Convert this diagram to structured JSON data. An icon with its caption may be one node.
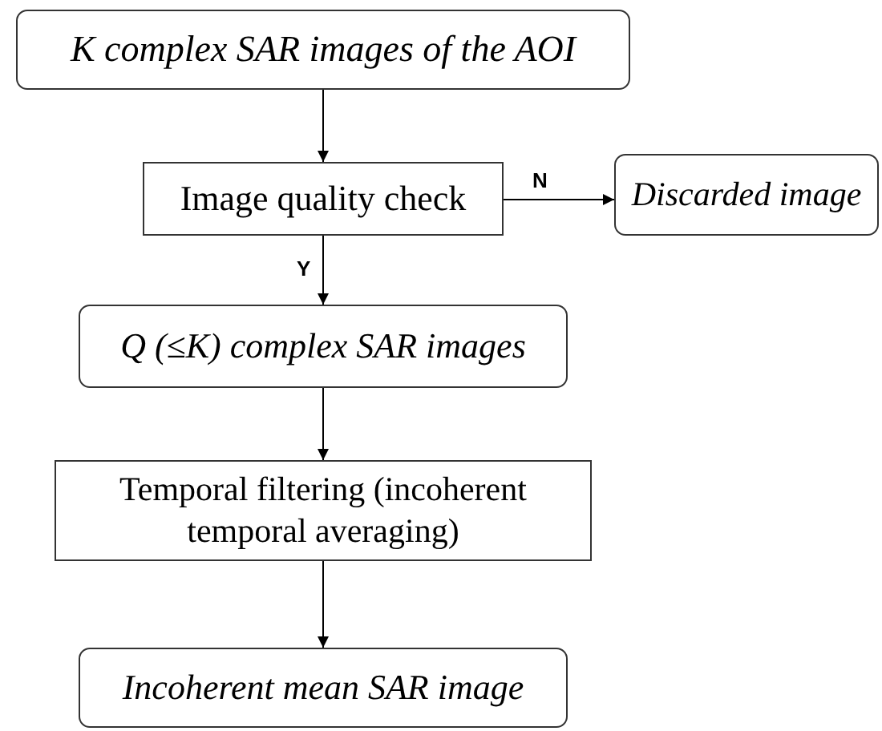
{
  "diagram": {
    "nodes": [
      {
        "text": [
          "K complex SAR images of the AOI"
        ]
      },
      {
        "text": [
          "Image quality check"
        ]
      },
      {
        "text": [
          "Discarded image"
        ]
      },
      {
        "text": [
          "Q (≤K) complex SAR images"
        ]
      },
      {
        "text": [
          "Temporal filtering (incoherent temporal averaging)"
        ]
      },
      {
        "text": [
          "Incoherent mean SAR image"
        ]
      }
    ],
    "edges": [
      {
        "from": 0,
        "to": 1,
        "arrow": "to"
      },
      {
        "from": 1,
        "to": 2,
        "arrow": "to",
        "label": "N"
      },
      {
        "from": 1,
        "to": 3,
        "arrow": "to",
        "label": "Y"
      },
      {
        "from": 3,
        "to": 4,
        "arrow": "to"
      },
      {
        "from": 4,
        "to": 5,
        "arrow": "to"
      }
    ]
  }
}
